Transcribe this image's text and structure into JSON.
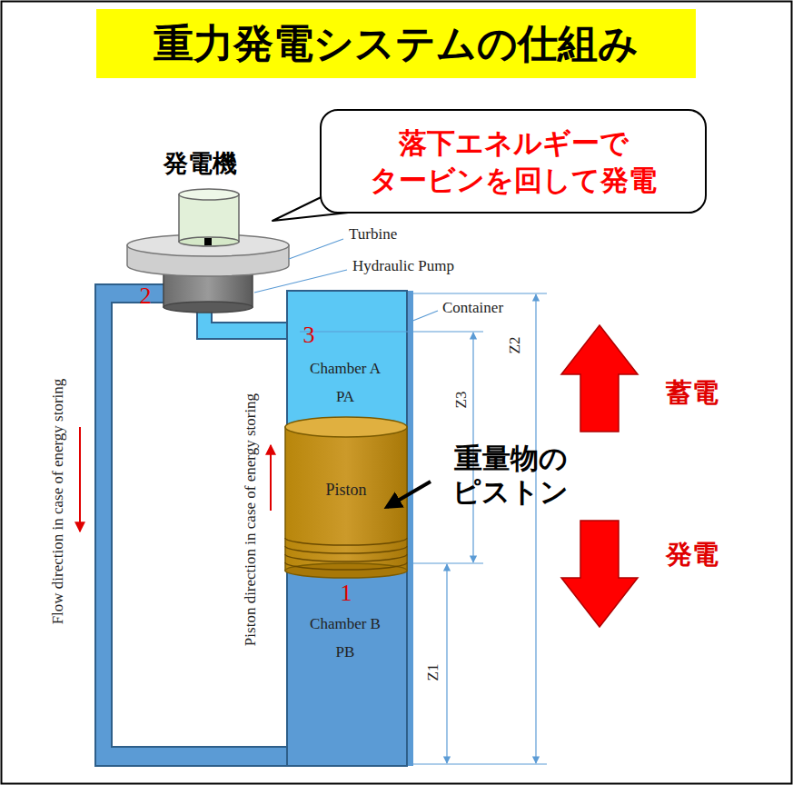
{
  "diagram": {
    "title": "重力発電システムの仕組み",
    "nodes": [
      {
        "text": [
          "落下エネルギーで タービンを回して発電"
        ]
      },
      {
        "text": [
          "Piston"
        ]
      }
    ],
    "labels": [
      "発電機",
      "Turbine",
      "Hydraulic Pump",
      "2",
      "3",
      "Container",
      "Chamber A",
      "PA",
      "Z3",
      "Z2",
      "重量物の ピストン",
      "蓄電",
      "発電",
      "1",
      "Chamber B",
      "PB",
      "Z1",
      "Flow direction in case of energy storing",
      "Piston direction in case of energy storing"
    ]
  }
}
